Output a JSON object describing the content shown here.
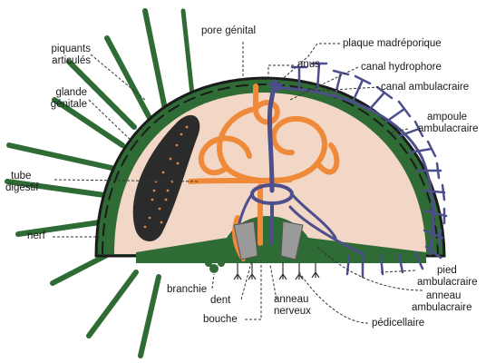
{
  "colors": {
    "shell": "#2f6b35",
    "shell_dark": "#1b1b1b",
    "interior": "#f2d7c6",
    "digestive": "#ef8a3a",
    "water_vascular": "#4c4f8c",
    "gonad": "#2b2b2b",
    "gonad_dots": "#d8864a",
    "tooth": "#9a9a9a",
    "leader": "#333333"
  },
  "labels": {
    "pore_genital": "pore génital",
    "anus": "anus",
    "plaque_madreporique": "plaque madréporique",
    "canal_hydrophore": "canal hydrophore",
    "canal_ambulacraire": "canal ambulacraire",
    "ampoule_line1": "ampoule",
    "ampoule_line2": "ambulacraire",
    "piquants_line1": "piquants",
    "piquants_line2": "articulés",
    "glande_line1": "glande",
    "glande_line2": "génitale",
    "tube_line1": "tube",
    "tube_line2": "digestif",
    "nerf": "nerf",
    "branchie": "branchie",
    "dent": "dent",
    "bouche": "bouche",
    "anneau_nerveux_line1": "anneau",
    "anneau_nerveux_line2": "nerveux",
    "pied_line1": "pied",
    "pied_line2": "ambulacraire",
    "anneau_amb_line1": "anneau",
    "anneau_amb_line2": "ambulacraire",
    "pedicellaire": "pédicellaire"
  }
}
